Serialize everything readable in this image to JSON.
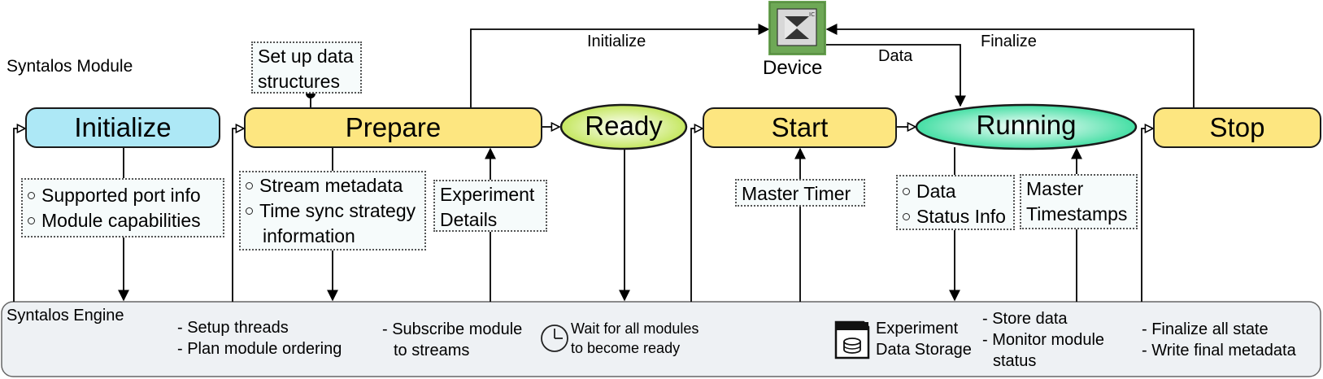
{
  "module_label": "Syntalos Module",
  "engine_label": "Syntalos Engine",
  "stages": {
    "initialize": "Initialize",
    "prepare": "Prepare",
    "ready": "Ready",
    "start": "Start",
    "running": "Running",
    "stop": "Stop"
  },
  "device": {
    "label": "Device",
    "icon": "chip-device-icon"
  },
  "flow_labels": {
    "initialize": "Initialize",
    "data": "Data",
    "finalize": "Finalize"
  },
  "prepare_note": [
    "Set up data",
    "structures"
  ],
  "notes": {
    "initialize": [
      "Supported port info",
      "Module capabilities"
    ],
    "prepare": [
      "Stream metadata",
      "Time sync strategy",
      "information"
    ],
    "experiment": [
      "Experiment",
      "Details"
    ],
    "start": [
      "Master Timer"
    ],
    "running_data": [
      "Data",
      "Status Info"
    ],
    "timestamps": [
      "Master",
      "Timestamps"
    ]
  },
  "engine": {
    "prepare": [
      "- Setup threads",
      "- Plan module ordering"
    ],
    "subscribe": [
      "- Subscribe module",
      "to streams"
    ],
    "ready": [
      "Wait for all modules",
      "to become ready"
    ],
    "storage": [
      "Experiment",
      "Data Storage"
    ],
    "running": [
      "- Store data",
      "- Monitor module",
      "status"
    ],
    "stop": [
      "- Finalize all state",
      "- Write final metadata"
    ]
  },
  "colors": {
    "initialize_fill": "#ade8f6",
    "prepare_fill": "#fde680",
    "ready_fill": "#d9ef7a",
    "running_fill": "#3fe0a6",
    "engine_fill": "#eef1f4",
    "device_green": "#6ea856"
  }
}
